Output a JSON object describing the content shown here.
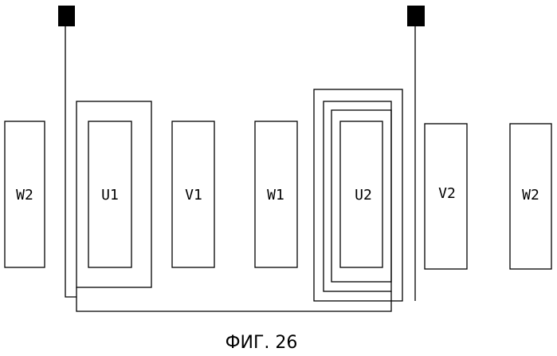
{
  "figure": {
    "caption": "ФИГ. 26",
    "slots": [
      {
        "id": "w2_left",
        "label": "W2"
      },
      {
        "id": "u1",
        "label": "U1"
      },
      {
        "id": "v1",
        "label": "V1"
      },
      {
        "id": "w1",
        "label": "W1"
      },
      {
        "id": "u2",
        "label": "U2"
      },
      {
        "id": "v2",
        "label": "V2"
      },
      {
        "id": "w2_right",
        "label": "W2"
      }
    ]
  }
}
